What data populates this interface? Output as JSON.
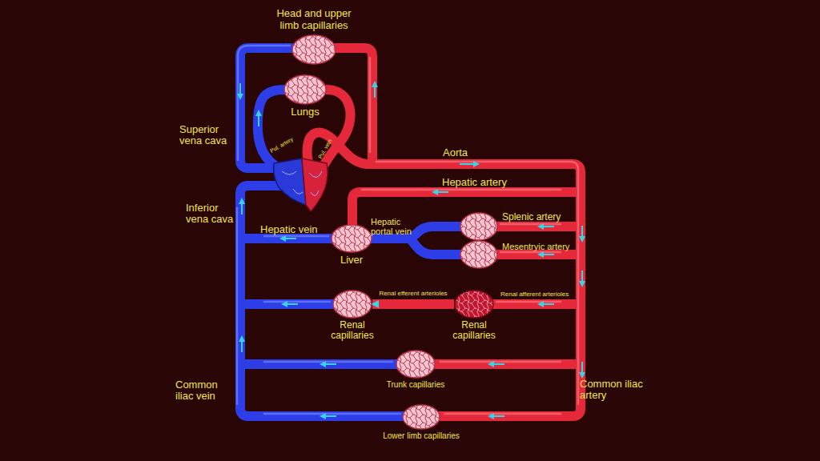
{
  "diagram": {
    "nodes": [
      {
        "text": [
          "Head and upper limb capillaries"
        ]
      },
      {
        "text": [
          "Lungs"
        ]
      },
      {
        "text": [
          "Liver"
        ]
      },
      {
        "text": [
          "Renal capillaries"
        ]
      },
      {
        "text": [
          "Renal capillaries"
        ]
      },
      {
        "text": [
          "Trunk capillaries"
        ]
      },
      {
        "text": [
          "Lower limb capillaries"
        ]
      }
    ],
    "edges": [
      {
        "from": 4,
        "to": 3,
        "arrow": "to",
        "label": "Renal efferent arterioles"
      }
    ],
    "labels": [
      "Superior vena cava",
      "Aorta",
      "Hepatic artery",
      "Inferior vena cava",
      "Hepatic vein",
      "Hepatic portal vein",
      "Splenic artery",
      "Mesentryic artery",
      "Renal afferent arterioles",
      "Common iliac vein",
      "Common iliac artery",
      "Pul. artery",
      "Pul. vein"
    ]
  }
}
